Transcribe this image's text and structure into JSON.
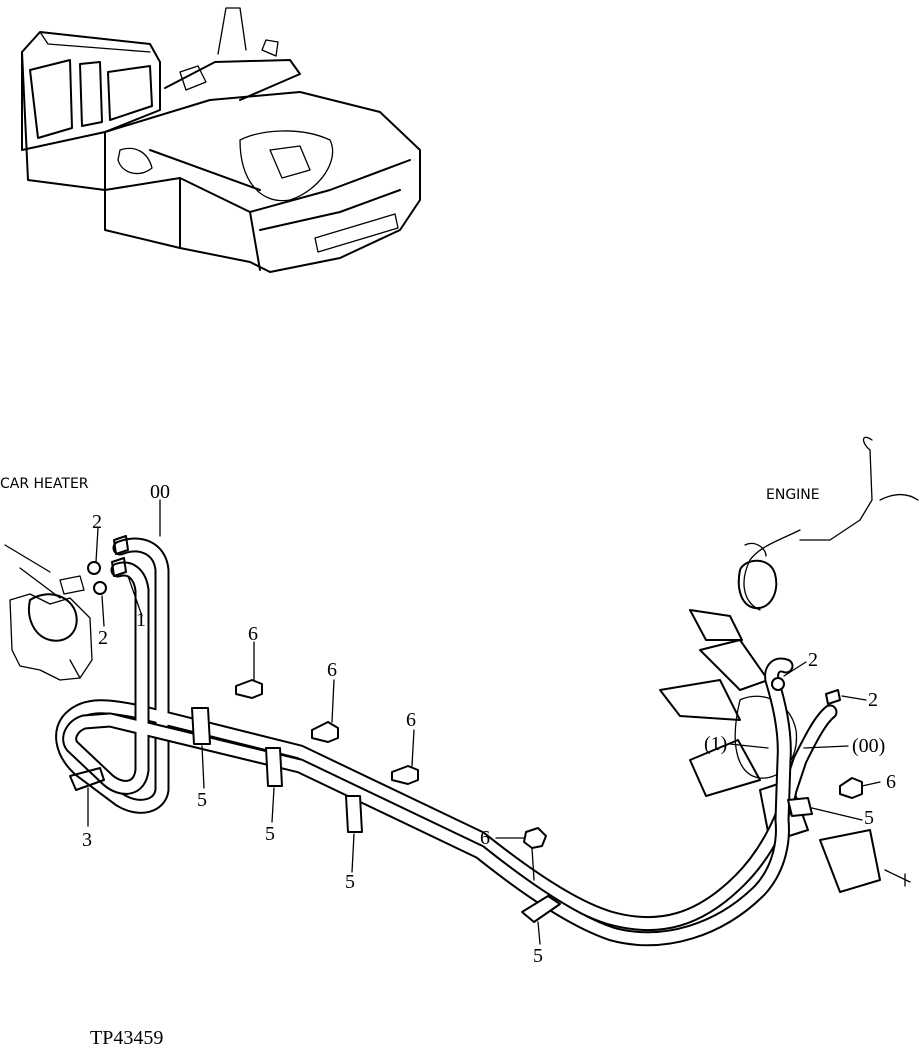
{
  "labels": {
    "car_heater": "CAR HEATER",
    "engine": "ENGINE",
    "hose_main": "00",
    "hose_short": "1",
    "hose_short_engine": "(1)",
    "hose_main_engine": "(00)",
    "clamp": "2",
    "band": "3",
    "clip": "5",
    "bolt": "6",
    "figure_id": "TP43459"
  }
}
